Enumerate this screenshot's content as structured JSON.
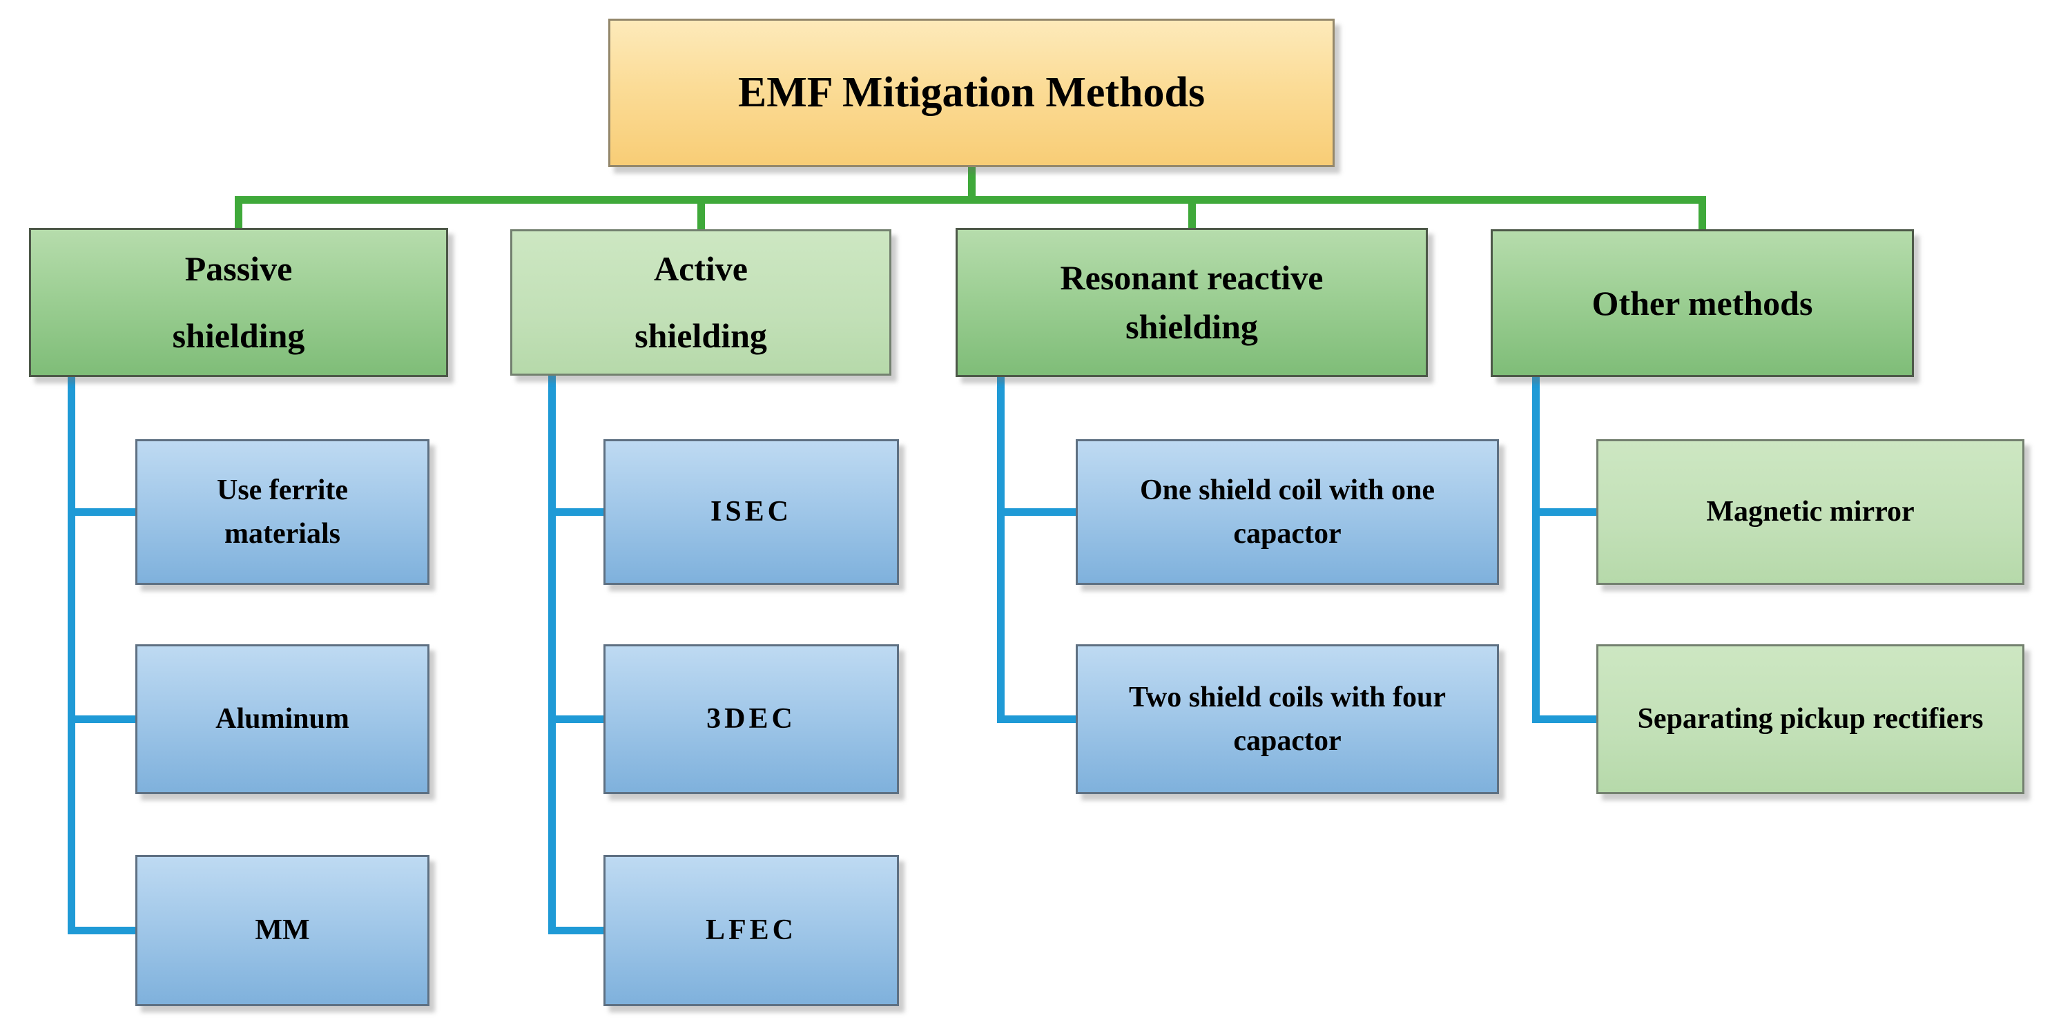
{
  "figure": {
    "type": "hierarchy-diagram",
    "colors": {
      "root_fill": "#fbdc97",
      "root_border": "#94886c",
      "branch_green_fill": "#9dcf94",
      "branch_green_border": "#4d5848",
      "light_green_fill": "#c2e0b7",
      "light_green_border": "#73806f",
      "child_blue_fill": "#a2c8e9",
      "child_blue_border": "#5e7082",
      "level1_connector": "#3fa93a",
      "level2_connector": "#1f9ad6",
      "text": "#000000"
    },
    "tree": {
      "root": {
        "label": "EMF Mitigation Methods"
      },
      "branches": [
        {
          "label": "Passive\nshielding",
          "children": [
            "Use ferrite\nmaterials",
            "Aluminum",
            "MM"
          ]
        },
        {
          "label": "Active\nshielding",
          "children": [
            "ISEC",
            "3DEC",
            "LFEC"
          ]
        },
        {
          "label": "Resonant reactive\nshielding",
          "children": [
            "One shield coil with one\ncapactor",
            "Two shield coils with four\ncapactor"
          ]
        },
        {
          "label": "Other methods",
          "children": [
            "Magnetic mirror",
            "Separating pickup rectifiers"
          ]
        }
      ]
    }
  }
}
